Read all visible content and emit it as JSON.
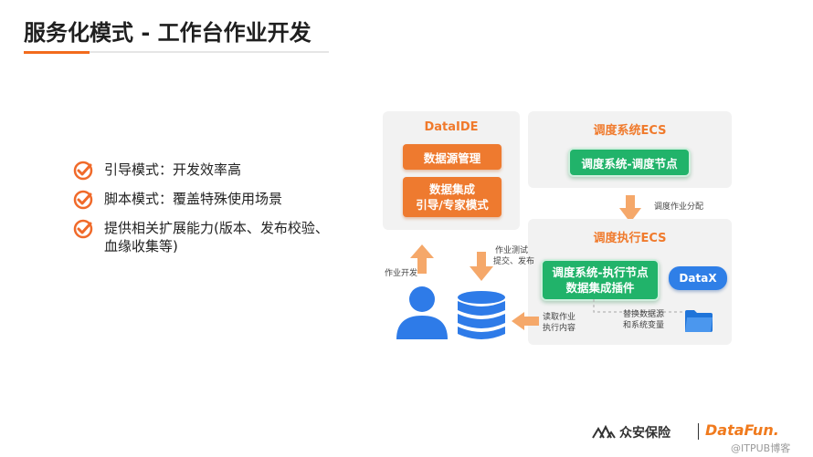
{
  "title": "服务化模式 - 工作台作业开发",
  "bullets": [
    "引导模式：开发效率高",
    "脚本模式：覆盖特殊使用场景",
    "提供相关扩展能力(版本、发布校验、",
    "血缘收集等)"
  ],
  "diagram": {
    "dataide": {
      "title": "DataIDE",
      "btn1": "数据源管理",
      "btn2_line1": "数据集成",
      "btn2_line2": "引导/专家模式"
    },
    "sched_ecs": {
      "title": "调度系统ECS",
      "node": "调度系统-调度节点"
    },
    "exec_ecs": {
      "title": "调度执行ECS",
      "node_line1": "调度系统-执行节点",
      "node_line2": "数据集成插件"
    },
    "datax": "DataX",
    "labels": {
      "assign": "调度作业分配",
      "dev": "作业开发",
      "test1": "作业测试",
      "test2": "提交、发布",
      "read1": "读取作业",
      "read2": "执行内容",
      "replace1": "替换数据源",
      "replace2": "和系统变量"
    },
    "colors": {
      "orange": "#ee7a2f",
      "green": "#21b36a",
      "blue": "#2f7fe7",
      "arrow": "#f5a86a"
    }
  },
  "footer": {
    "brand1": "众安保险",
    "brand2": "DataFun.",
    "watermark": "@ITPUB博客"
  }
}
